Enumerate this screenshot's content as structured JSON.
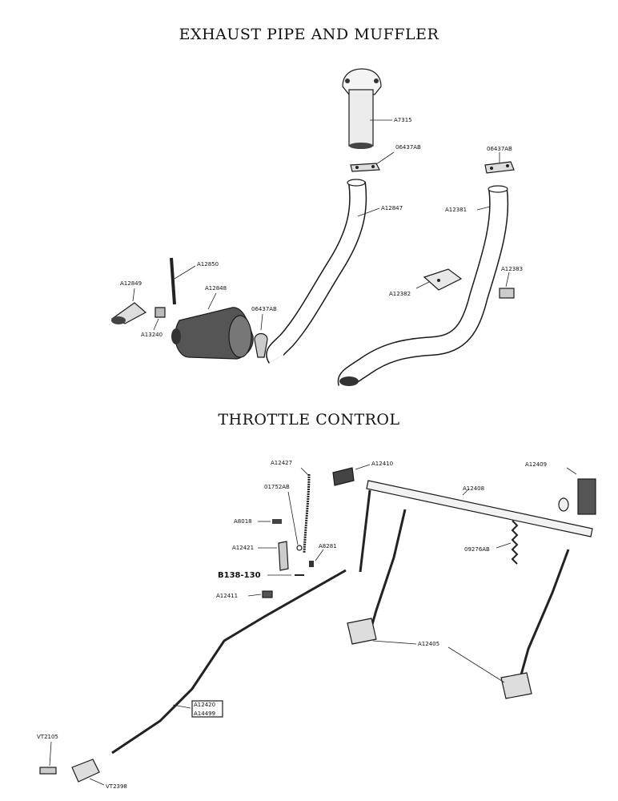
{
  "titles": {
    "exhaust": "EXHAUST PIPE AND MUFFLER",
    "throttle": "THROTTLE CONTROL"
  },
  "exhaust_labels": {
    "p_a7315": "A7315",
    "p_06437ab_1": "06437AB",
    "p_06437ab_2": "06437AB",
    "p_06437ab_3": "06437AB",
    "p_a12847": "A12847",
    "p_a12381": "A12381",
    "p_a12850": "A12850",
    "p_a12849": "A12849",
    "p_a12848": "A12848",
    "p_a13240": "A13240",
    "p_a12382": "A12382",
    "p_a12383": "A12383"
  },
  "throttle_labels": {
    "p_a12427": "A12427",
    "p_a12410": "A12410",
    "p_a12409": "A12409",
    "p_01752ab": "01752AB",
    "p_a12408": "A12408",
    "p_a8018": "A8018",
    "p_a12421": "A12421",
    "p_a8281": "A8281",
    "p_09276ab": "09276AB",
    "p_b138_130": "B138-130",
    "p_a12411": "A12411",
    "p_a12405": "A12405",
    "p_a12420": "A12420",
    "p_a14499": "A14499",
    "p_vt2105": "VT2105",
    "p_vt2398": "VT2398"
  }
}
